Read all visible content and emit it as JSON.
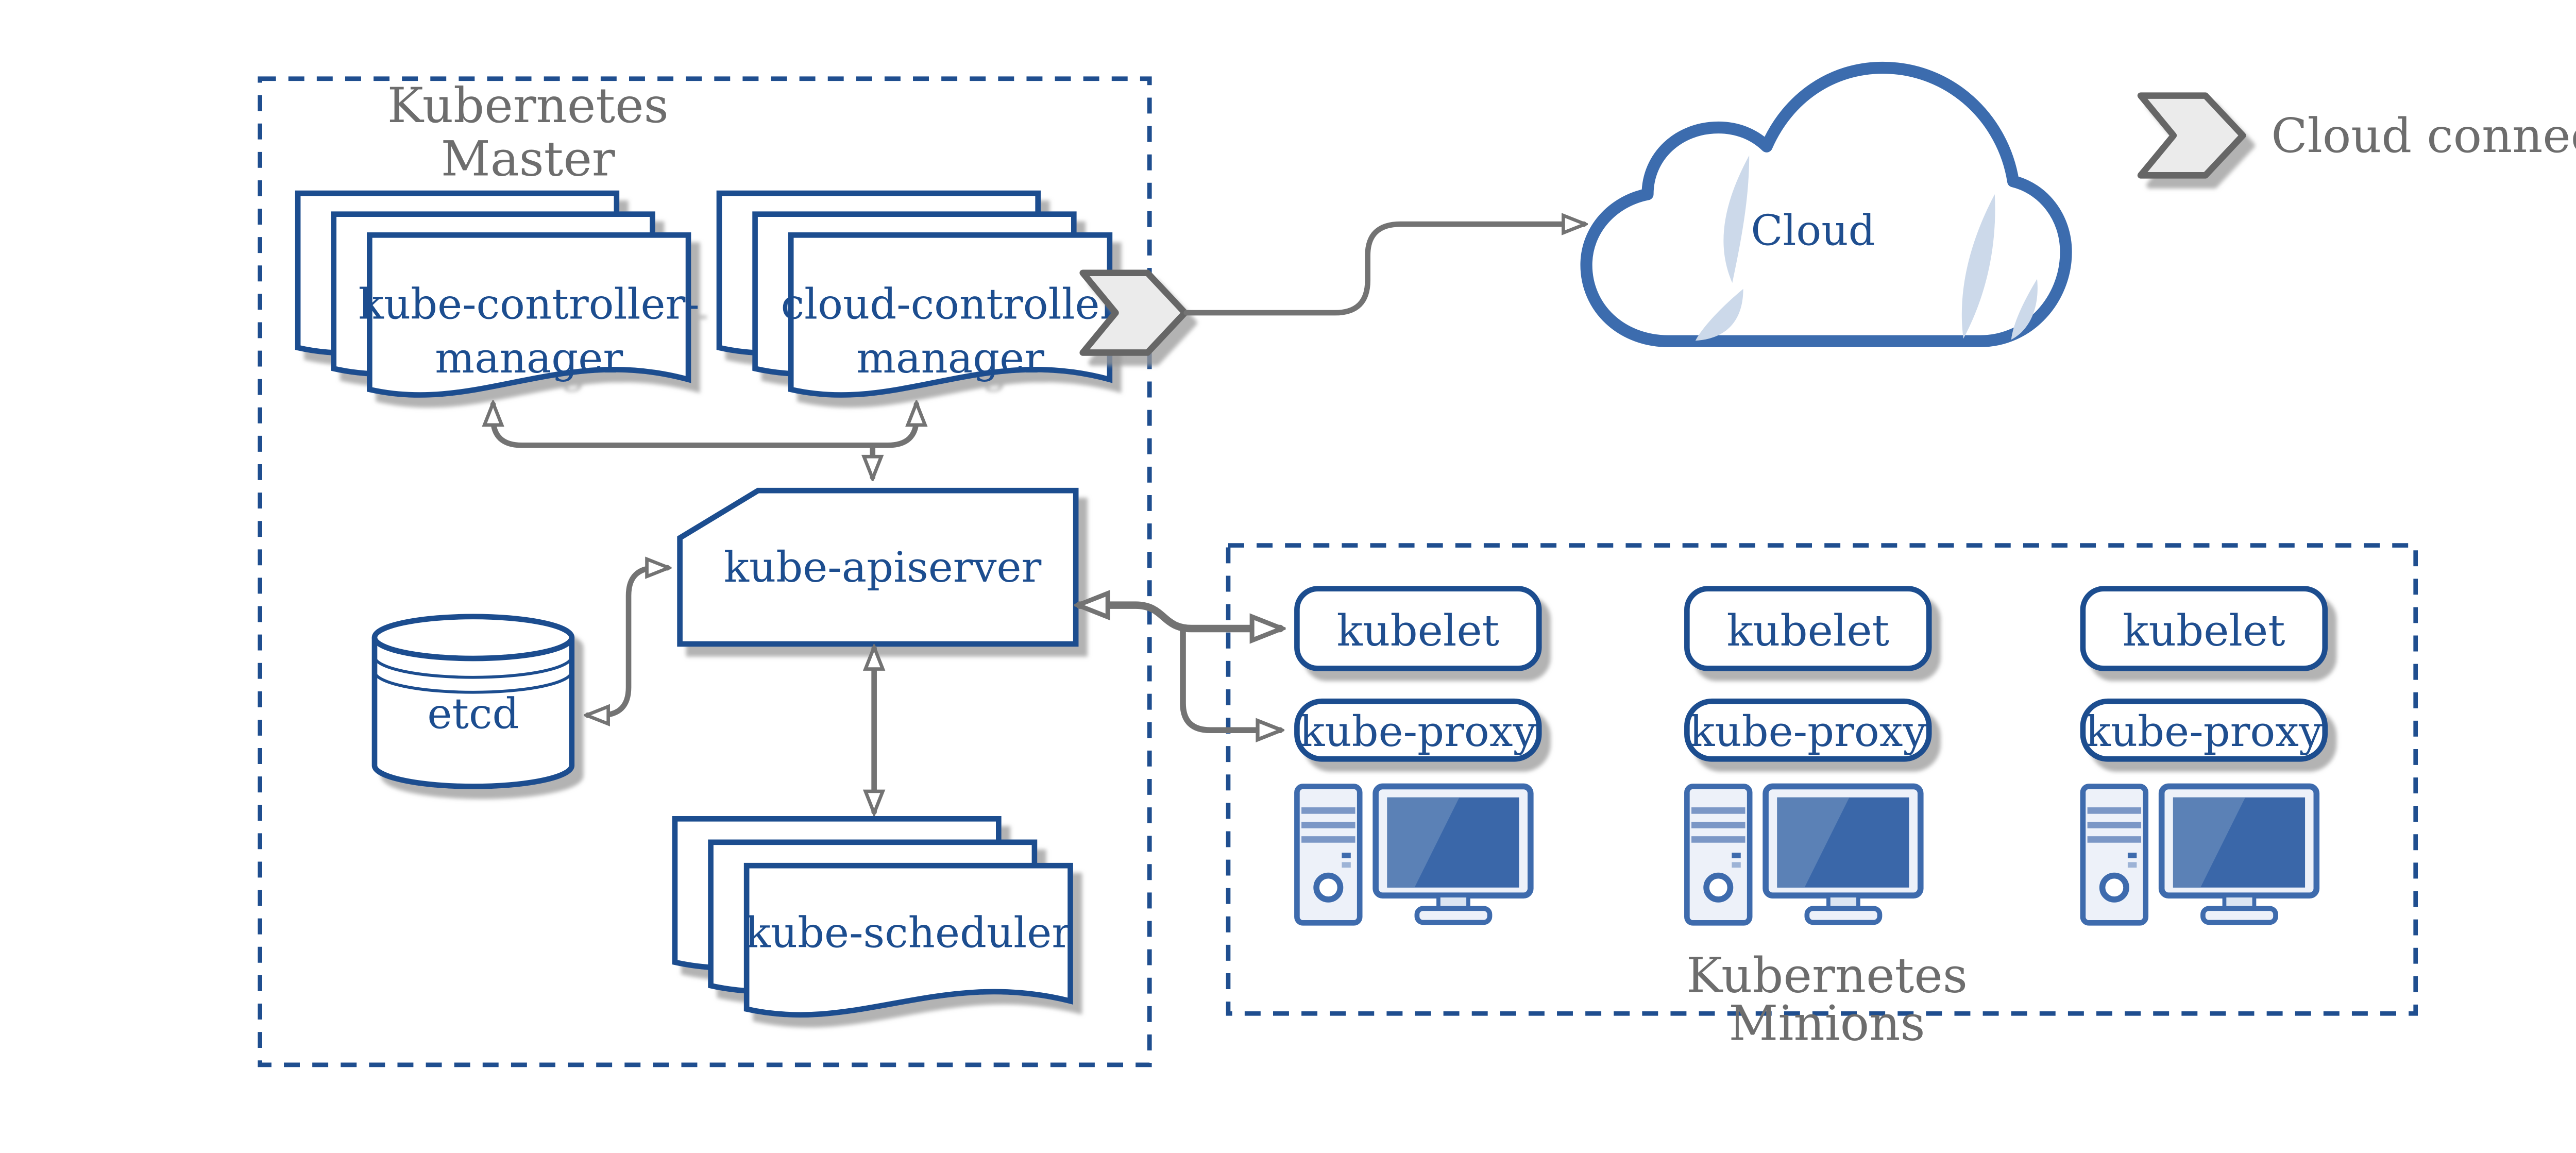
{
  "diagram": {
    "master": {
      "title_line1": "Kubernetes",
      "title_line2": "Master",
      "nodes": {
        "kube_controller_manager_line1": "kube-controller-",
        "kube_controller_manager_line2": "manager",
        "cloud_controller_manager_line1": "cloud-controller",
        "cloud_controller_manager_line2": "manager",
        "kube_apiserver": "kube-apiserver",
        "etcd": "etcd",
        "kube_scheduler": "kube-scheduler"
      }
    },
    "minions": {
      "title_line1": "Kubernetes",
      "title_line2": "Minions",
      "nodes": [
        {
          "kubelet": "kubelet",
          "kube_proxy": "kube-proxy"
        },
        {
          "kubelet": "kubelet",
          "kube_proxy": "kube-proxy"
        },
        {
          "kubelet": "kubelet",
          "kube_proxy": "kube-proxy"
        }
      ]
    },
    "cloud": {
      "label": "Cloud"
    },
    "legend": {
      "label": "Cloud connector"
    },
    "colors": {
      "primary_blue": "#1f4e8f",
      "cloud_blue": "#3c6cae",
      "icon_blue": "#3e6bad",
      "accent_light_blue": "#ccd9ea",
      "arrow_gray": "#737373",
      "label_gray": "#6d6d6d",
      "shadow_gray": "#9a9a9a"
    }
  }
}
